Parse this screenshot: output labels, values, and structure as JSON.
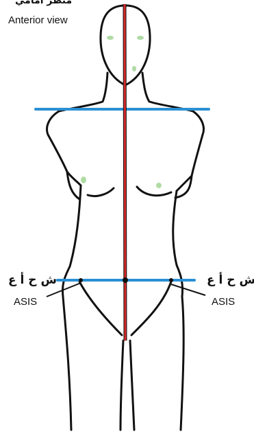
{
  "view": {
    "title_ar": "منظر امامي",
    "title_en": "Anterior view"
  },
  "landmarks": {
    "left_ar": "ش ح أ ع",
    "left_en": "ASIS",
    "right_ar": "ش ح أ ع",
    "right_en": "ASIS"
  },
  "colors": {
    "outline": "#111111",
    "midline": "#d42a2a",
    "reference_lines": "#2a8fd4",
    "shading": "#6fbf5a"
  }
}
